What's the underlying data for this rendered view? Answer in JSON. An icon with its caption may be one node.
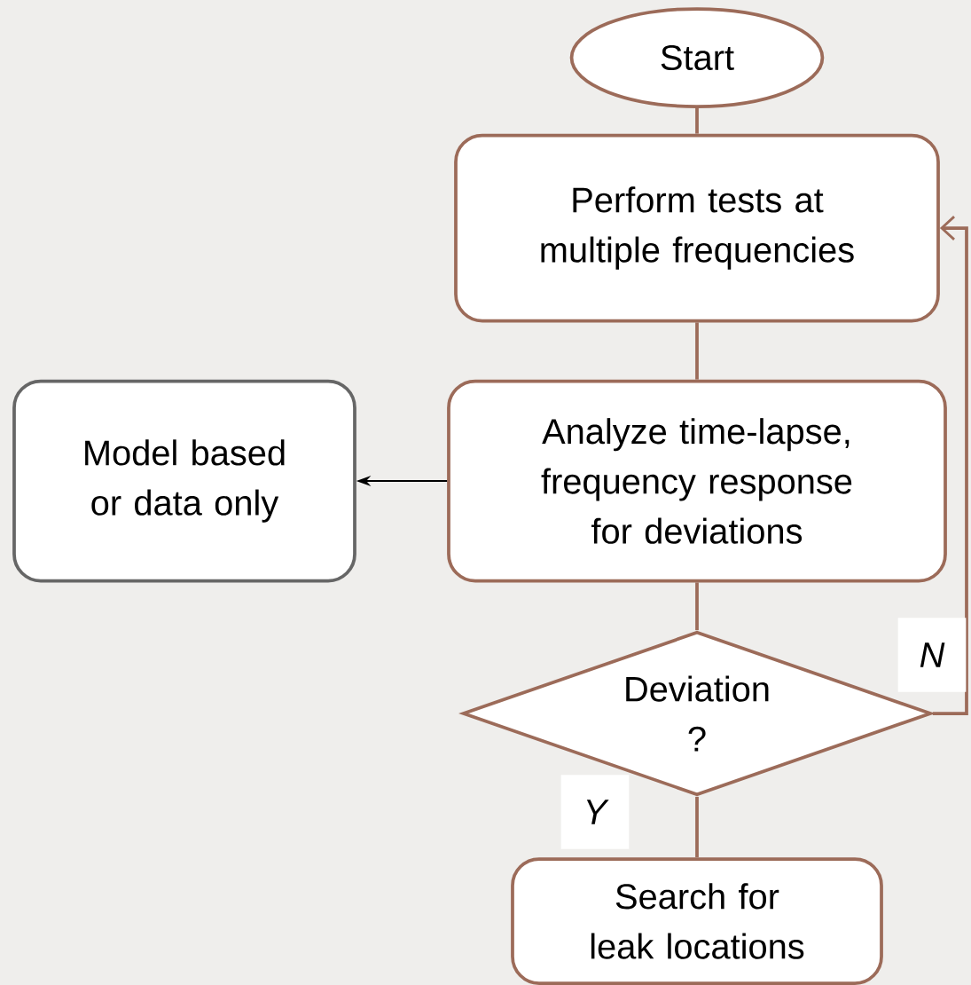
{
  "diagram": {
    "nodes": [
      {
        "text": [
          "Start"
        ]
      },
      {
        "text": [
          "Perform tests at multiple frequencies"
        ]
      },
      {
        "text": [
          "Analyze time-lapse, frequency response for deviations"
        ]
      },
      {
        "text": [
          "Model based or data only"
        ]
      },
      {
        "text": [
          "Deviation ?"
        ]
      },
      {
        "text": [
          "Search for leak locations"
        ]
      }
    ],
    "edges": [
      {
        "from": 0,
        "to": 1,
        "arrow": "none"
      },
      {
        "from": 1,
        "to": 2,
        "arrow": "none"
      },
      {
        "from": 2,
        "to": 3,
        "arrow": "to",
        "color": "#000000"
      },
      {
        "from": 2,
        "to": 4,
        "arrow": "none"
      },
      {
        "from": 4,
        "to": 5,
        "arrow": "none",
        "label": "Y"
      },
      {
        "from": 4,
        "to": 1,
        "arrow": "to",
        "label": "N"
      }
    ]
  }
}
